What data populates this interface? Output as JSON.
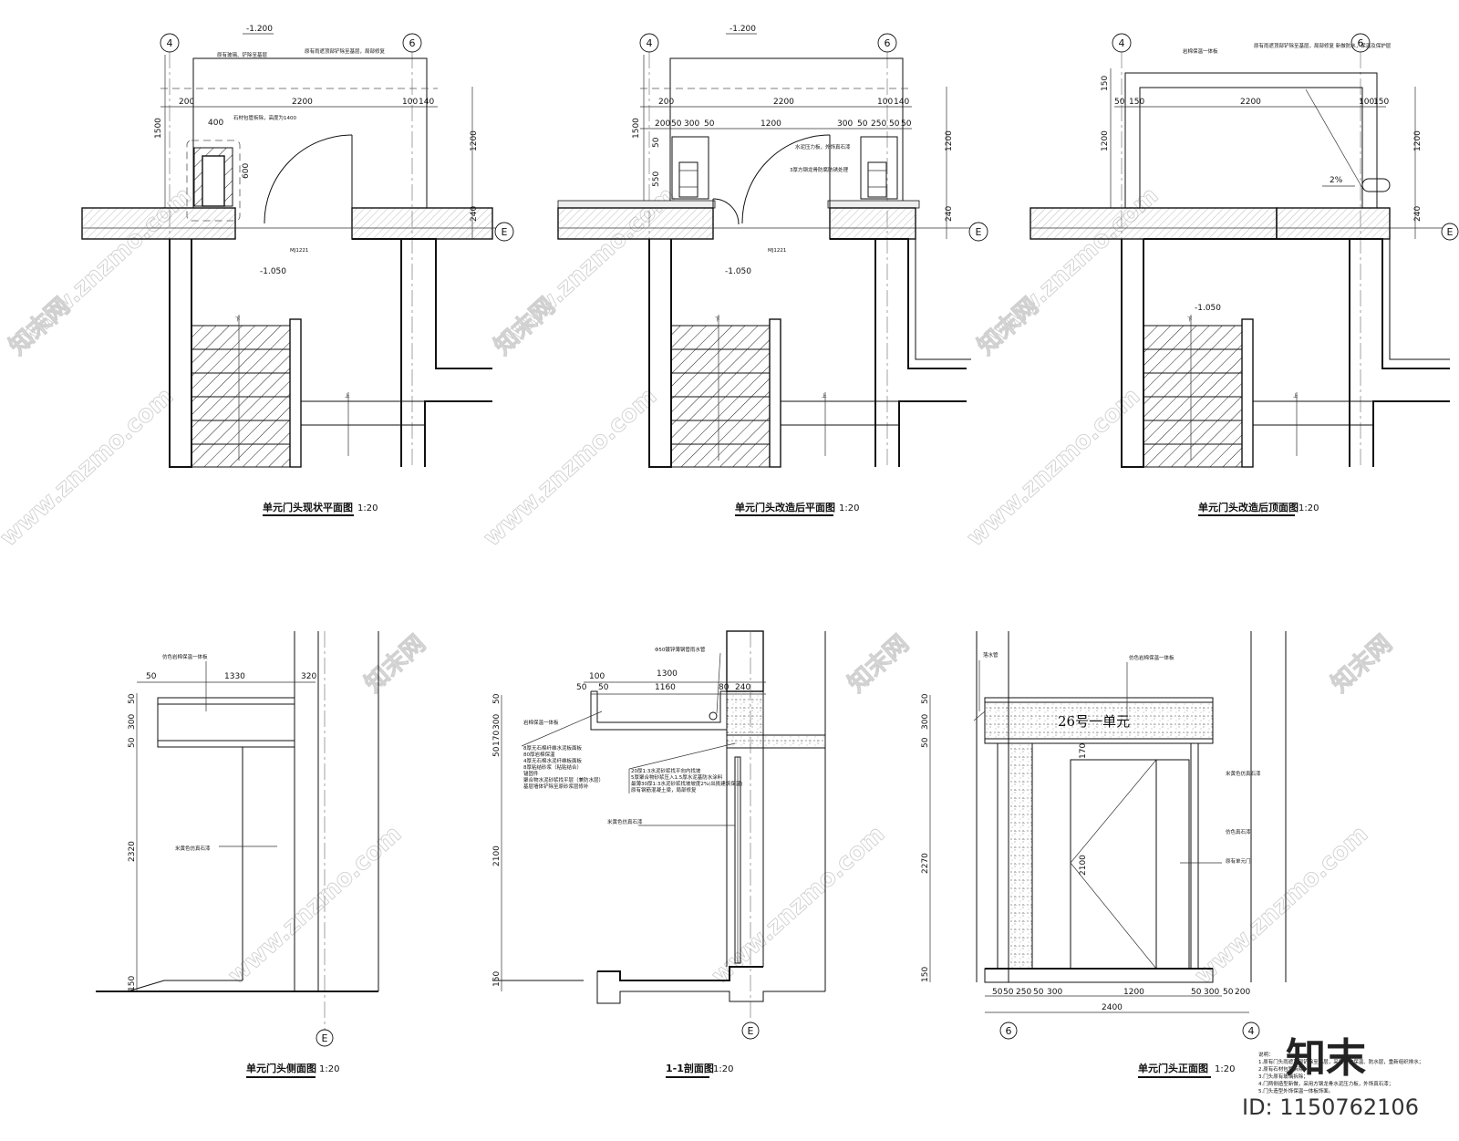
{
  "watermark": {
    "site": "www.znzmo.com",
    "brand": "知末网",
    "logo": "知末",
    "id": "ID: 1150762106"
  },
  "axes": {
    "a4": "4",
    "a6": "6",
    "aE": "E"
  },
  "levels": {
    "top": "-1.200",
    "floor": "-1.050"
  },
  "door_code": "MJ1221",
  "stair": {
    "down": "下",
    "up": "上"
  },
  "plan1": {
    "title": "单元门头现状平面图",
    "scale": "1:20",
    "dims_top": [
      "200",
      "2200",
      "100",
      "140"
    ],
    "dims_mid": [
      "400"
    ],
    "dim_v_left": "1500",
    "dim_v_right": [
      "1200",
      "240"
    ],
    "dim_v_box": "600",
    "notes": [
      "原有玻璃、铲除至基层",
      "原有雨遮顶部铲除至基层，局部修复",
      "石材包管拆除，高度为1400"
    ]
  },
  "plan2": {
    "title": "单元门头改造后平面图",
    "scale": "1:20",
    "dims_top": [
      "200",
      "2200",
      "100",
      "140"
    ],
    "dims_mid": [
      "200",
      "50",
      "300",
      "50",
      "1200",
      "300",
      "50",
      "250",
      "50",
      "50"
    ],
    "dim_v_left": [
      "1500",
      "50",
      "550"
    ],
    "dim_v_right": [
      "1200",
      "240"
    ],
    "notes": [
      "水泥压力板，外饰真石漆",
      "3厚方钢龙骨防腐防锈处理"
    ]
  },
  "plan3": {
    "title": "单元门头改造后顶面图",
    "scale": "1:20",
    "dims_top": [
      "50",
      "150",
      "2200",
      "100",
      "150"
    ],
    "dim_v_left": [
      "150",
      "1200"
    ],
    "dim_v_right": [
      "1200",
      "240"
    ],
    "slope": "2%",
    "notes": [
      "岩棉保温一体板",
      "原有雨遮顶部铲除至基层，局部修复 新做防水，保温及保护层"
    ]
  },
  "side": {
    "title": "单元门头侧面图",
    "scale": "1:20",
    "dims_top": [
      "50",
      "1330",
      "320"
    ],
    "dims_v": [
      "50",
      "300",
      "50",
      "2320",
      "150"
    ],
    "notes": [
      "仿色岩棉保温一体板",
      "米黄色仿真石漆"
    ]
  },
  "section": {
    "title": "1-1剖面图",
    "scale": "1:20",
    "dims_top": [
      "100",
      "1300",
      "50",
      "50",
      "1160",
      "80",
      "240"
    ],
    "dims_v": [
      "50",
      "300",
      "170",
      "50",
      "2100",
      "150"
    ],
    "pipe": "Φ50镀锌薄钢管雨水管",
    "notes_left": [
      "岩棉保温一体板",
      "8厚无石棉纤维水泥板面板",
      "80厚岩棉保温",
      "4厚无石棉水泥纤维板面板",
      "8厚粘结砂浆（粘贴结合）",
      "锚固件",
      "聚合物水泥砂浆找平层（兼防水层）",
      "基层墙体铲除至原砂浆层修补"
    ],
    "notes_right": [
      "20厚1:3水泥砂浆找平向内找坡",
      "5厚聚合物砂浆压入1.5厚水泥基防水涂料",
      "最薄30厚1:3水泥砂浆找坡坡度2%(出挑建筑保温)",
      "原有钢筋混凝土梁，局部修复"
    ],
    "wall_note": "米黄色仿真石漆"
  },
  "front": {
    "title": "单元门头正面图",
    "scale": "1:20",
    "sign": "26号一单元",
    "dims_bottom": [
      "50",
      "50",
      "250",
      "50",
      "300",
      "1200",
      "50",
      "300",
      "50",
      "200"
    ],
    "dim_total": "2400",
    "dims_v": [
      "50",
      "300",
      "50",
      "2270",
      "150"
    ],
    "door_h": "2100",
    "door_w": "170",
    "notes": [
      "落水管",
      "仿色岩棉保温一体板",
      "米黄色仿真石漆",
      "仿色真石漆",
      "原有单元门"
    ],
    "remarks_title": "说明：",
    "remarks": [
      "1.原有门头雨遮顶部铲除至基层，采用新做保温、防水层，重新组织排水；",
      "2.原有石材包管拆除；",
      "3.门头原有玻璃拆除；",
      "4.门两侧造型新做，采用方钢龙骨水泥压力板，外饰真石漆；",
      "5.门头造型外饰保温一体板饰面。"
    ]
  }
}
